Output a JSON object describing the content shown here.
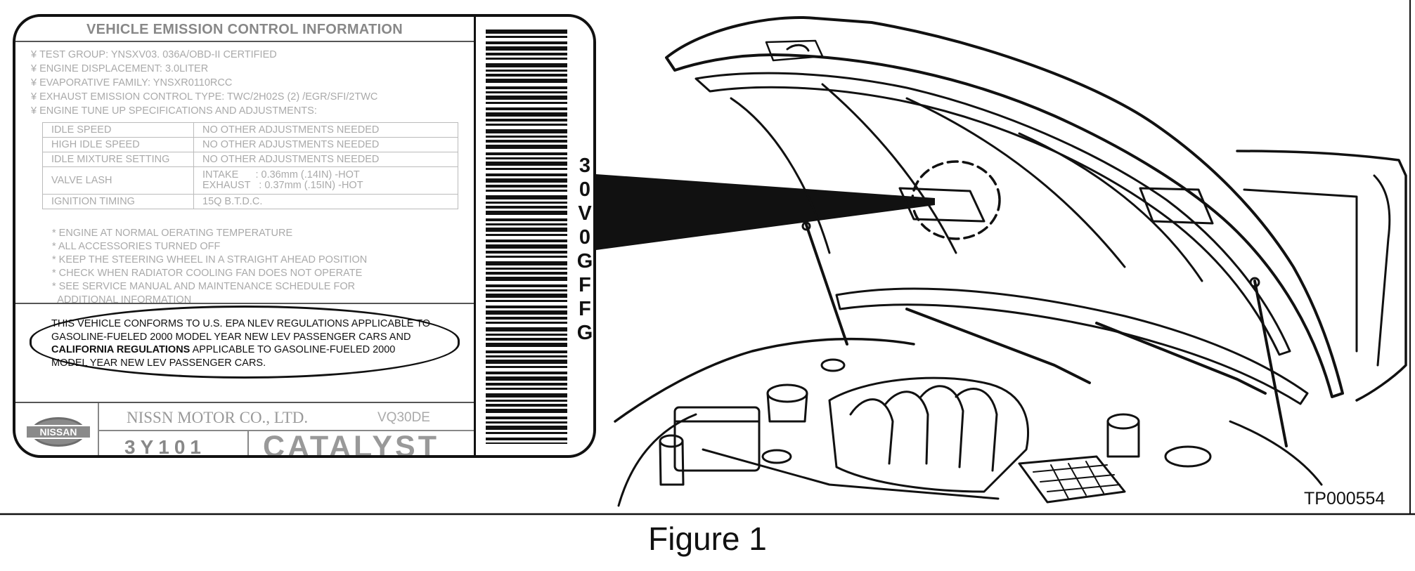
{
  "label": {
    "title": "VEHICLE EMISSION CONTROL INFORMATION",
    "bullet": "¥",
    "specs": [
      "TEST GROUP: YNSXV03. 036A/OBD-II CERTIFIED",
      "ENGINE DISPLACEMENT: 3.0LITER",
      "EVAPORATIVE FAMILY: YNSXR0110RCC",
      "EXHAUST EMISSION CONTROL TYPE: TWC/2H02S (2) /EGR/SFI/2TWC",
      "ENGINE TUNE UP SPECIFICATIONS AND ADJUSTMENTS:"
    ],
    "tune_table": [
      {
        "item": "IDLE SPEED",
        "value": "NO OTHER ADJUSTMENTS NEEDED"
      },
      {
        "item": "HIGH IDLE SPEED",
        "value": "NO OTHER ADJUSTMENTS NEEDED"
      },
      {
        "item": "IDLE MIXTURE SETTING",
        "value": "NO OTHER ADJUSTMENTS NEEDED"
      },
      {
        "item": "VALVE LASH",
        "value_intake": "INTAKE      : 0.36mm (.14IN) -HOT",
        "value_exhaust": "EXHAUST   : 0.37mm (.15IN) -HOT"
      },
      {
        "item": "IGNITION TIMING",
        "value": "15Q B.T.D.C."
      }
    ],
    "notes": [
      "* ENGINE AT NORMAL OERATING TEMPERATURE",
      "* ALL ACCESSORIES TURNED OFF",
      "* KEEP THE STEERING WHEEL IN A STRAIGHT AHEAD POSITION",
      "* CHECK WHEN RADIATOR COOLING FAN DOES NOT OPERATE",
      "* SEE SERVICE MANUAL AND MAINTENANCE SCHEDULE FOR",
      "  ADDITIONAL INFORMATION"
    ],
    "conformity": {
      "line1": "THIS VEHICLE CONFORMS TO U.S. EPA NLEV REGULATIONS APPLICABLE TO",
      "line2": "GASOLINE-FUELED 2000 MODEL YEAR NEW LEV PASSENGER CARS AND",
      "line3_bold": "CALIFORNIA REGULATIONS",
      "line3_rest": " APPLICABLE TO GASOLINE-FUELED 2000",
      "line4": "MODEL YEAR NEW LEV PASSENGER CARS."
    },
    "logo_text": "NISSAN",
    "manufacturer": "NISSN MOTOR CO., LTD.",
    "engine_model": "VQ30DE",
    "serial": "3Y101",
    "catalyst": "CATALYST",
    "barcode_chars": [
      "3",
      "0",
      "V",
      "0",
      "G",
      "F",
      "F",
      "G"
    ]
  },
  "figure": {
    "code": "TP000554",
    "caption": "Figure 1"
  }
}
